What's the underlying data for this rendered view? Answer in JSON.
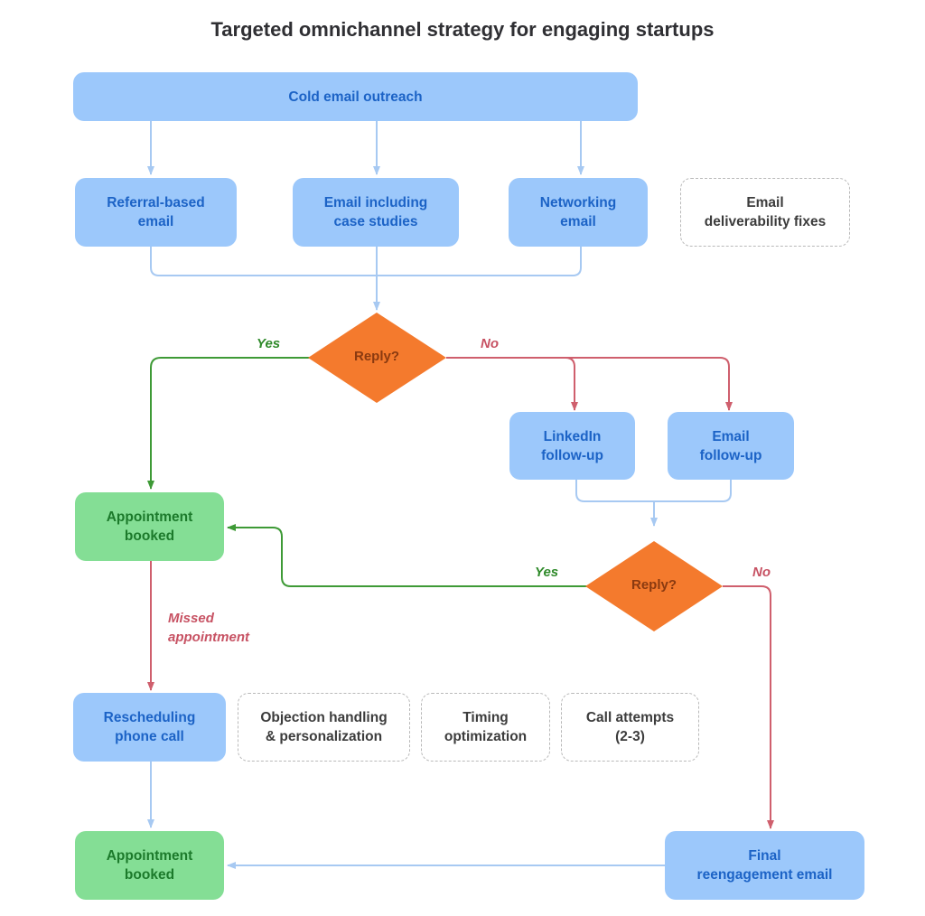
{
  "title": "Targeted omnichannel strategy for engaging startups",
  "nodes": {
    "cold_email": "Cold email outreach",
    "referral": "Referral-based\nemail",
    "case_studies": "Email including\ncase studies",
    "networking": "Networking\nemail",
    "deliverability": "Email\ndeliverability fixes",
    "reply1": "Reply?",
    "linkedin": "LinkedIn\nfollow-up",
    "email_followup": "Email\nfollow-up",
    "appointment1": "Appointment\nbooked",
    "reply2": "Reply?",
    "rescheduling": "Rescheduling\nphone call",
    "objection": "Objection handling\n& personalization",
    "timing": "Timing\noptimization",
    "call_attempts": "Call attempts\n(2-3)",
    "appointment2": "Appointment\nbooked",
    "final_email": "Final\nreengagement email"
  },
  "edge_labels": {
    "yes1": "Yes",
    "no1": "No",
    "yes2": "Yes",
    "no2": "No",
    "missed": "Missed\nappointment"
  },
  "colors": {
    "blue_box": "#9cc8fb",
    "blue_text": "#1c63c6",
    "green_box": "#84de95",
    "green_text": "#1c7a2b",
    "decision": "#f47a2d",
    "yes_line": "#3e9a36",
    "no_line": "#cf5f6d",
    "flow_line": "#a7c9f2"
  }
}
